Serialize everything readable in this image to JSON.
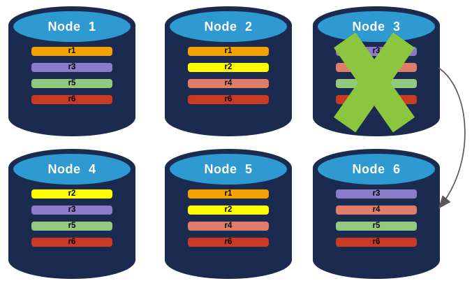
{
  "palette": {
    "cylinder_body": "#1B2B50",
    "cylinder_top": "#2E9AD1",
    "title_color": "#FFFFFF",
    "bar_label_color": "#000000",
    "x_mark": "#8CC63E",
    "arrow": "#595959"
  },
  "replica_colors": {
    "r1": "#F5A100",
    "r2": "#FFFF00",
    "r3": "#8C7BC8",
    "r4": "#E07C6A",
    "r5": "#92C97E",
    "r6": "#C83A23"
  },
  "nodes": [
    {
      "title": "Node 1",
      "failed": false,
      "replicas": [
        {
          "label": "r1",
          "color": "#F5A100"
        },
        {
          "label": "r3",
          "color": "#8C7BC8"
        },
        {
          "label": "r5",
          "color": "#92C97E"
        },
        {
          "label": "r6",
          "color": "#C83A23"
        }
      ]
    },
    {
      "title": "Node 2",
      "failed": false,
      "replicas": [
        {
          "label": "r1",
          "color": "#F5A100"
        },
        {
          "label": "r2",
          "color": "#FFFF00"
        },
        {
          "label": "r4",
          "color": "#E07C6A"
        },
        {
          "label": "r6",
          "color": "#C83A23"
        }
      ]
    },
    {
      "title": "Node 3",
      "failed": true,
      "replicas": [
        {
          "label": "r3",
          "color": "#8C7BC8"
        },
        {
          "label": "r4",
          "color": "#E07C6A"
        },
        {
          "label": "r5",
          "color": "#92C97E"
        },
        {
          "label": "r6",
          "color": "#C83A23"
        }
      ]
    },
    {
      "title": "Node 4",
      "failed": false,
      "replicas": [
        {
          "label": "r2",
          "color": "#FFFF00"
        },
        {
          "label": "r3",
          "color": "#8C7BC8"
        },
        {
          "label": "r5",
          "color": "#92C97E"
        },
        {
          "label": "r6",
          "color": "#C83A23"
        }
      ]
    },
    {
      "title": "Node 5",
      "failed": false,
      "replicas": [
        {
          "label": "r1",
          "color": "#F5A100"
        },
        {
          "label": "r2",
          "color": "#FFFF00"
        },
        {
          "label": "r4",
          "color": "#E07C6A"
        },
        {
          "label": "r6",
          "color": "#C83A23"
        }
      ]
    },
    {
      "title": "Node 6",
      "failed": false,
      "replicas": [
        {
          "label": "r3",
          "color": "#8C7BC8"
        },
        {
          "label": "r4",
          "color": "#E07C6A"
        },
        {
          "label": "r5",
          "color": "#92C97E"
        },
        {
          "label": "r6",
          "color": "#C83A23"
        }
      ]
    }
  ],
  "failure": {
    "node": "Node 3",
    "x_color": "#8CC63E"
  },
  "arrow": {
    "from": "Node 3",
    "to": "Node 6",
    "color": "#595959"
  }
}
